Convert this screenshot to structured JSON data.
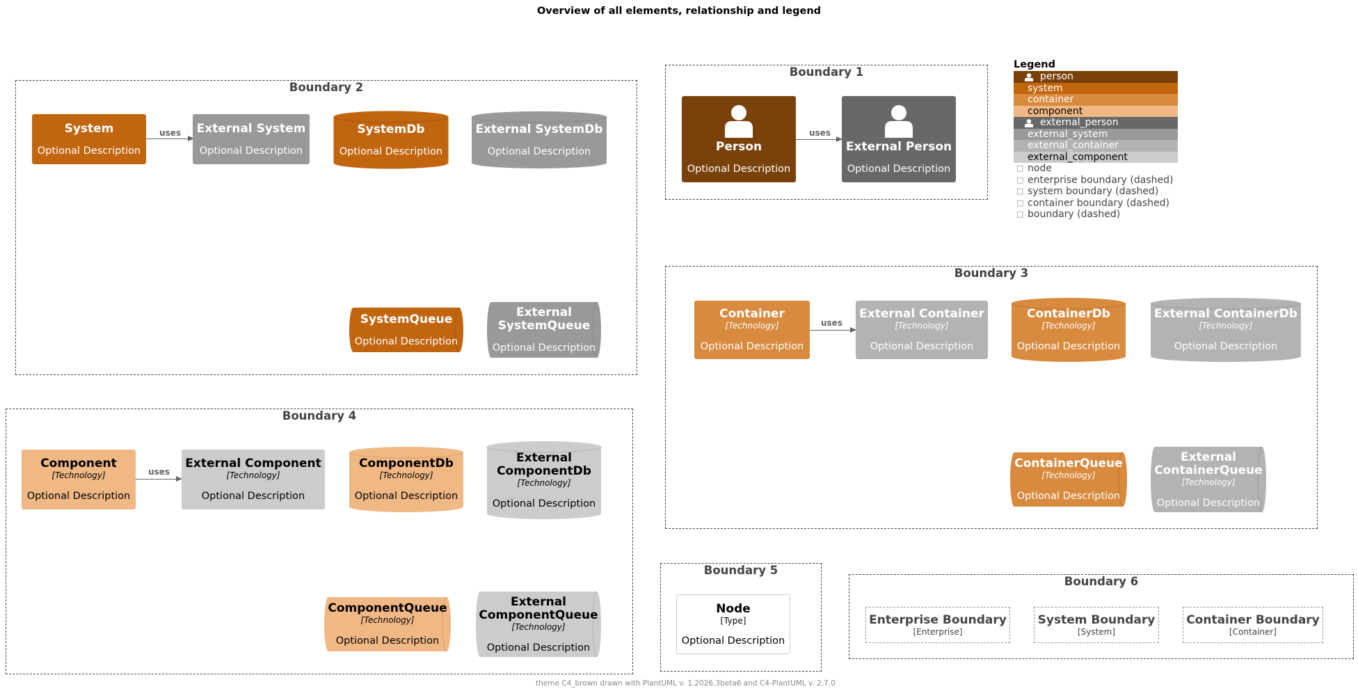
{
  "title": "Overview of all elements, relationship and legend",
  "footer": "theme C4_brown drawn with PlantUML v. 1.2026.3beta6 and C4-PlantUML v. 2.7.0",
  "colors": {
    "person": "#7a420b",
    "system": "#c1650f",
    "container": "#d88a3e",
    "component": "#f0b884",
    "external_person": "#686868",
    "external_system": "#999999",
    "external_container": "#b3b3b3",
    "external_component": "#cccccc",
    "boundary": "#444444",
    "relation": "#666666"
  },
  "relation_label": "uses",
  "boundaries": {
    "b1": "Boundary 1",
    "b2": "Boundary 2",
    "b3": "Boundary 3",
    "b4": "Boundary 4",
    "b5": "Boundary 5",
    "b6": "Boundary 6"
  },
  "elements": {
    "person": {
      "name": "Person",
      "desc": "Optional Description",
      "icon": "person-icon"
    },
    "external_person": {
      "name": "External Person",
      "desc": "Optional Description",
      "icon": "person-icon"
    },
    "system": {
      "name": "System",
      "desc": "Optional Description"
    },
    "external_system": {
      "name": "External System",
      "desc": "Optional Description"
    },
    "system_db": {
      "name": "SystemDb",
      "desc": "Optional Description"
    },
    "external_system_db": {
      "name": "External SystemDb",
      "desc": "Optional Description"
    },
    "system_queue": {
      "name": "SystemQueue",
      "desc": "Optional Description"
    },
    "external_system_queue": {
      "name1": "External",
      "name2": "SystemQueue",
      "desc": "Optional Description"
    },
    "container": {
      "name": "Container",
      "tech": "[Technology]",
      "desc": "Optional Description"
    },
    "external_container": {
      "name": "External Container",
      "tech": "[Technology]",
      "desc": "Optional Description"
    },
    "container_db": {
      "name": "ContainerDb",
      "tech": "[Technology]",
      "desc": "Optional Description"
    },
    "external_container_db": {
      "name": "External ContainerDb",
      "tech": "[Technology]",
      "desc": "Optional Description"
    },
    "container_queue": {
      "name": "ContainerQueue",
      "tech": "[Technology]",
      "desc": "Optional Description"
    },
    "external_container_queue": {
      "name1": "External",
      "name2": "ContainerQueue",
      "tech": "[Technology]",
      "desc": "Optional Description"
    },
    "component": {
      "name": "Component",
      "tech": "[Technology]",
      "desc": "Optional Description"
    },
    "external_component": {
      "name": "External Component",
      "tech": "[Technology]",
      "desc": "Optional Description"
    },
    "component_db": {
      "name": "ComponentDb",
      "tech": "[Technology]",
      "desc": "Optional Description"
    },
    "external_component_db": {
      "name1": "External",
      "name2": "ComponentDb",
      "tech": "[Technology]",
      "desc": "Optional Description"
    },
    "component_queue": {
      "name": "ComponentQueue",
      "tech": "[Technology]",
      "desc": "Optional Description"
    },
    "external_component_queue": {
      "name1": "External",
      "name2": "ComponentQueue",
      "tech": "[Technology]",
      "desc": "Optional Description"
    },
    "node": {
      "name": "Node",
      "type": "[Type]",
      "desc": "Optional Description"
    },
    "enterprise_boundary": {
      "name": "Enterprise Boundary",
      "type": "[Enterprise]"
    },
    "system_boundary": {
      "name": "System Boundary",
      "type": "[System]"
    },
    "container_boundary": {
      "name": "Container Boundary",
      "type": "[Container]"
    }
  },
  "legend": {
    "title": "Legend",
    "items": [
      {
        "label": "person",
        "bg": "#7a420b",
        "fg": "#ffffff",
        "icon": "person-icon"
      },
      {
        "label": "system",
        "bg": "#c1650f",
        "fg": "#ffffff"
      },
      {
        "label": "container",
        "bg": "#d88a3e",
        "fg": "#ffffff"
      },
      {
        "label": "component",
        "bg": "#f0b884",
        "fg": "#000000"
      },
      {
        "label": "external_person",
        "bg": "#686868",
        "fg": "#ffffff",
        "icon": "person-icon"
      },
      {
        "label": "external_system",
        "bg": "#999999",
        "fg": "#ffffff"
      },
      {
        "label": "external_container",
        "bg": "#b3b3b3",
        "fg": "#ffffff"
      },
      {
        "label": "external_component",
        "bg": "#cccccc",
        "fg": "#000000"
      }
    ],
    "plain": [
      {
        "label": "node"
      },
      {
        "label": "enterprise boundary (dashed)"
      },
      {
        "label": "system boundary (dashed)"
      },
      {
        "label": "container boundary (dashed)"
      },
      {
        "label": "boundary (dashed)"
      }
    ]
  }
}
